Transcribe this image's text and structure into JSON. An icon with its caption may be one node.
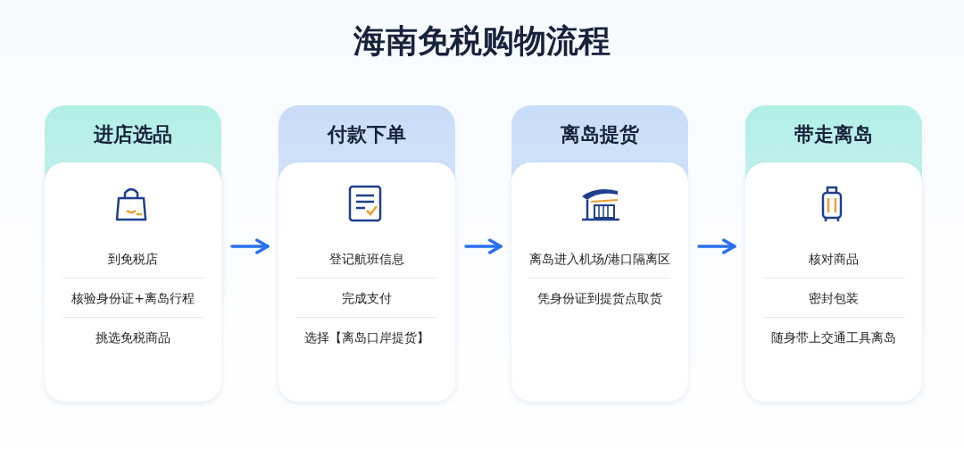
{
  "diagram": {
    "title": "海南免税购物流程",
    "nodes": [
      {
        "text": [
          "进店选品",
          "到免税店",
          "核验身份证+离岛行程",
          "挑选免税商品"
        ]
      },
      {
        "text": [
          "付款下单",
          "登记航班信息",
          "完成支付",
          "选择【离岛口岸提货】"
        ]
      },
      {
        "text": [
          "离岛提货",
          "离岛进入机场/港口隔离区",
          "凭身份证到提货点取货"
        ]
      },
      {
        "text": [
          "带走离岛",
          "核对商品",
          "密封包装",
          "随身带上交通工具离岛"
        ]
      }
    ],
    "edges": [
      {
        "from": 0,
        "to": 1,
        "arrow": "to"
      },
      {
        "from": 1,
        "to": 2,
        "arrow": "to"
      },
      {
        "from": 2,
        "to": 3,
        "arrow": "to"
      }
    ]
  }
}
